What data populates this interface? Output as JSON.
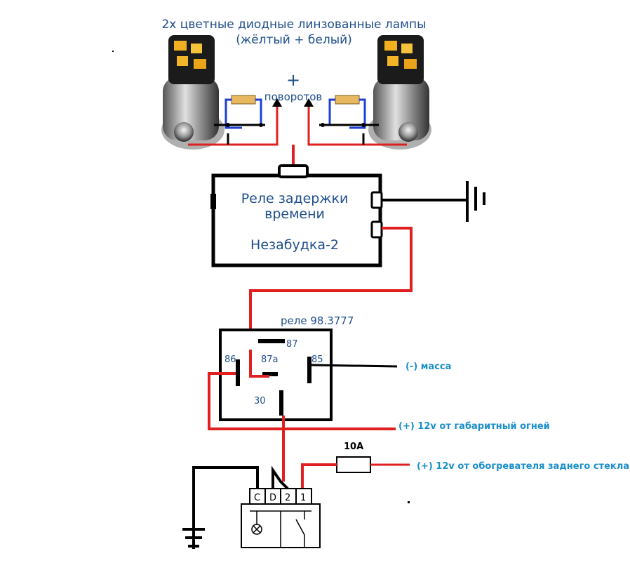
{
  "lamps": {
    "title_line1": "2x цветные диодные линзованные лампы",
    "title_line2": "(жёлтый + белый)"
  },
  "turn_signals": {
    "plus": "+",
    "label": "поворотов"
  },
  "delay_relay": {
    "line1": "Реле задержки",
    "line2": "времени",
    "line3": "Незабудка-2"
  },
  "relay": {
    "title": "реле 98.3777",
    "pin_87": "87",
    "pin_86": "86",
    "pin_87a": "87a",
    "pin_85": "85",
    "pin_30": "30"
  },
  "labels": {
    "ground": "(-) масса",
    "parking_lights": "(+) 12v от габаритный огней",
    "rear_defroster": "(+) 12v от обогревателя заднего стекла"
  },
  "fuse": {
    "label": "10A"
  },
  "switch": {
    "pin_c": "C",
    "pin_d": "D",
    "pin_2": "2",
    "pin_1": "1"
  },
  "colors": {
    "wire_power": "#e02020",
    "wire_ground": "#000000",
    "wire_lamp_internal": "#1e3fd0",
    "text_blue": "#1f4e8c",
    "text_cyan": "#1a8fc9"
  }
}
